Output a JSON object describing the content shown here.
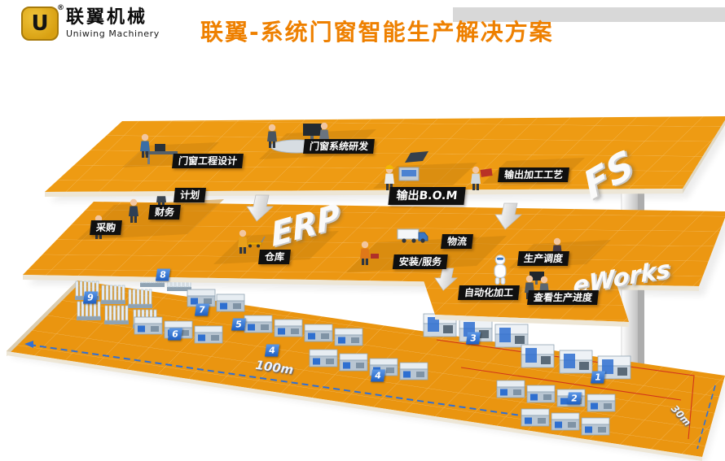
{
  "header": {
    "title": "联翼-系统门窗智能生产解决方案",
    "logo": {
      "glyph": "U",
      "mark": "®",
      "company_cn": "联翼机械",
      "company_en": "Uniwing Machinery"
    }
  },
  "colors": {
    "title_orange": "#EE8000",
    "platform_orange": "#EC9712",
    "chip_black": "#101010",
    "badge_blue": "#1E5FC2",
    "logo_gold": "#D8A012",
    "measure_blue": "#2F6FD6"
  },
  "layer_design": {
    "big_label": "FS",
    "labels": {
      "engineering": "门窗工程设计",
      "rnd": "门窗系统研发",
      "bom": "输出B.O.M",
      "process": "输出加工工艺"
    }
  },
  "layer_erp": {
    "big_label": "ERP",
    "platform_brand": "eWorks",
    "labels": {
      "plan": "计划",
      "finance": "财务",
      "purchase": "采购",
      "warehouse": "仓库",
      "logistics": "物流",
      "install": "安装/服务",
      "dispatch": "生产调度",
      "auto": "自动化加工",
      "progress": "查看生产进度"
    }
  },
  "layer_factory": {
    "badges": [
      {
        "n": "8"
      },
      {
        "n": "9"
      },
      {
        "n": "7"
      },
      {
        "n": "5"
      },
      {
        "n": "6"
      },
      {
        "n": "4"
      },
      {
        "n": "3"
      },
      {
        "n": "4"
      },
      {
        "n": "1"
      },
      {
        "n": "2"
      }
    ],
    "dimensions": {
      "length": "100m",
      "width": "30m"
    }
  }
}
